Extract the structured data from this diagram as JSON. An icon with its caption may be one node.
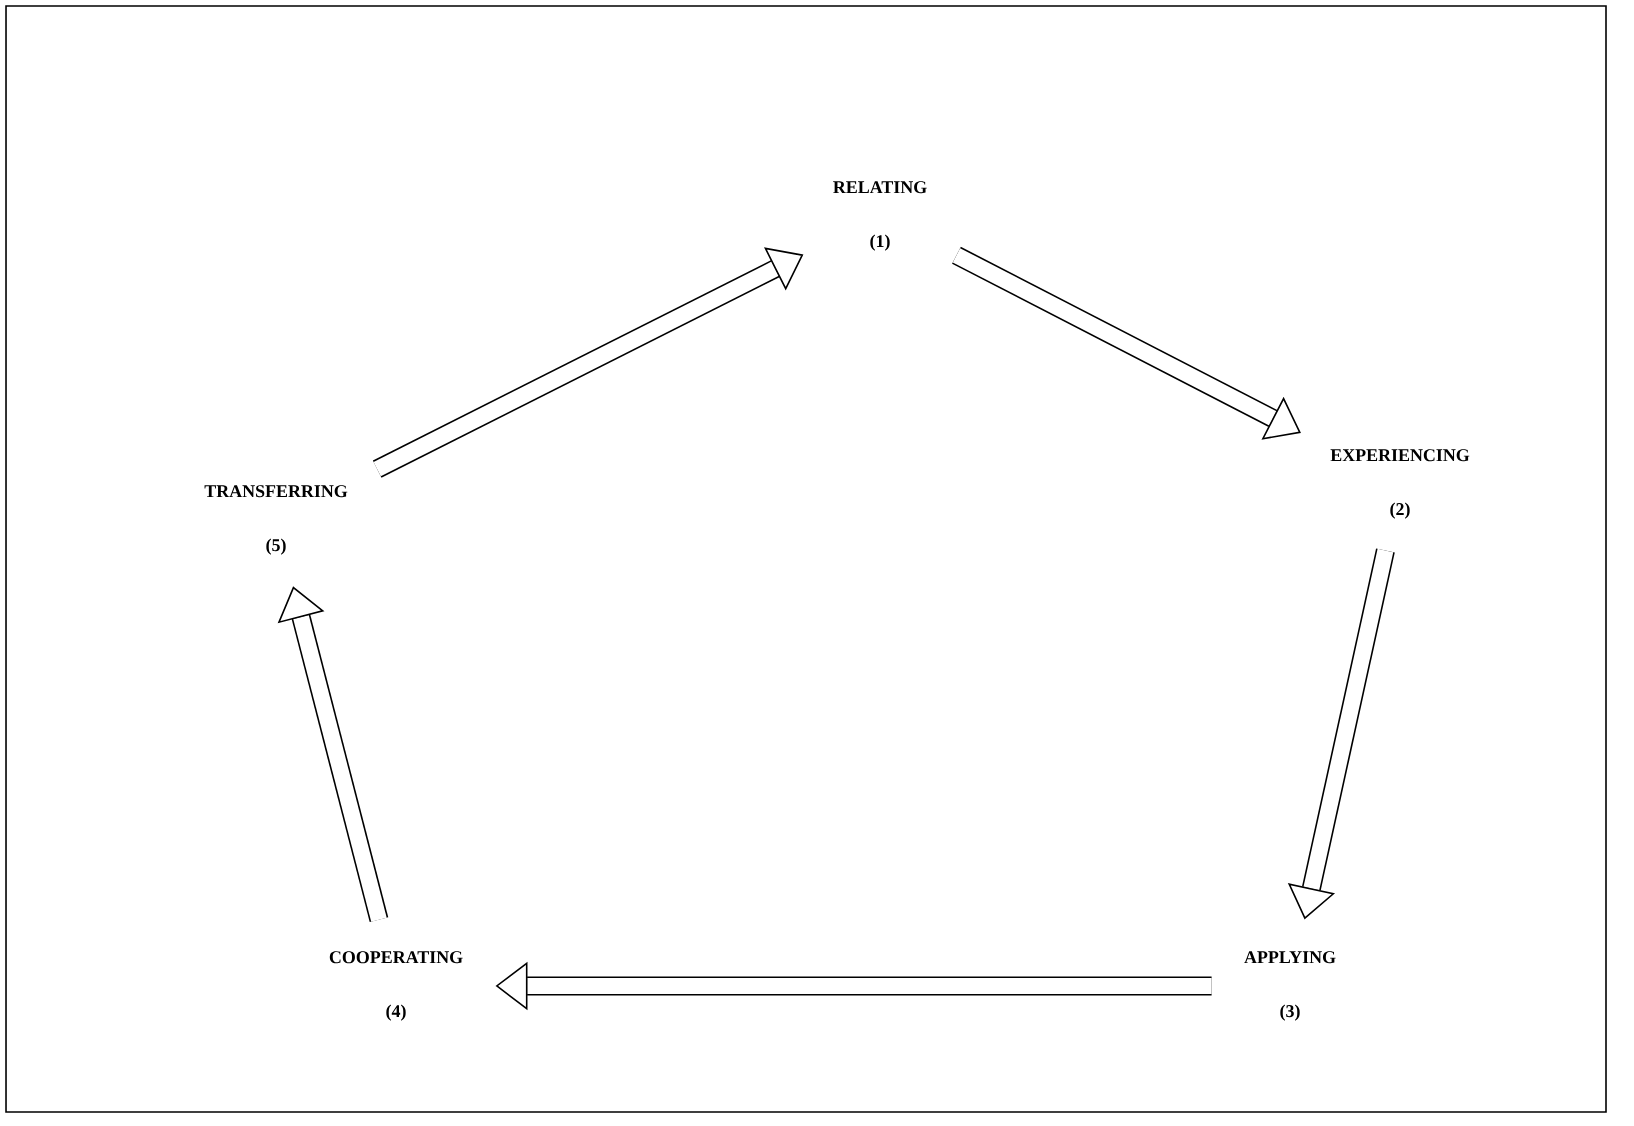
{
  "diagram": {
    "nodes": [
      {
        "text": [
          "RELATING",
          "(1)"
        ]
      },
      {
        "text": [
          "EXPERIENCING",
          "(2)"
        ]
      },
      {
        "text": [
          "APPLYING",
          "(3)"
        ]
      },
      {
        "text": [
          "COOPERATING",
          "(4)"
        ]
      },
      {
        "text": [
          "TRANSFERRING",
          "(5)"
        ]
      }
    ],
    "edges": [
      {
        "from": 0,
        "to": 1,
        "arrow": "to"
      },
      {
        "from": 1,
        "to": 2,
        "arrow": "to"
      },
      {
        "from": 2,
        "to": 3,
        "arrow": "to"
      },
      {
        "from": 3,
        "to": 4,
        "arrow": "to"
      },
      {
        "from": 4,
        "to": 0,
        "arrow": "to"
      }
    ]
  }
}
